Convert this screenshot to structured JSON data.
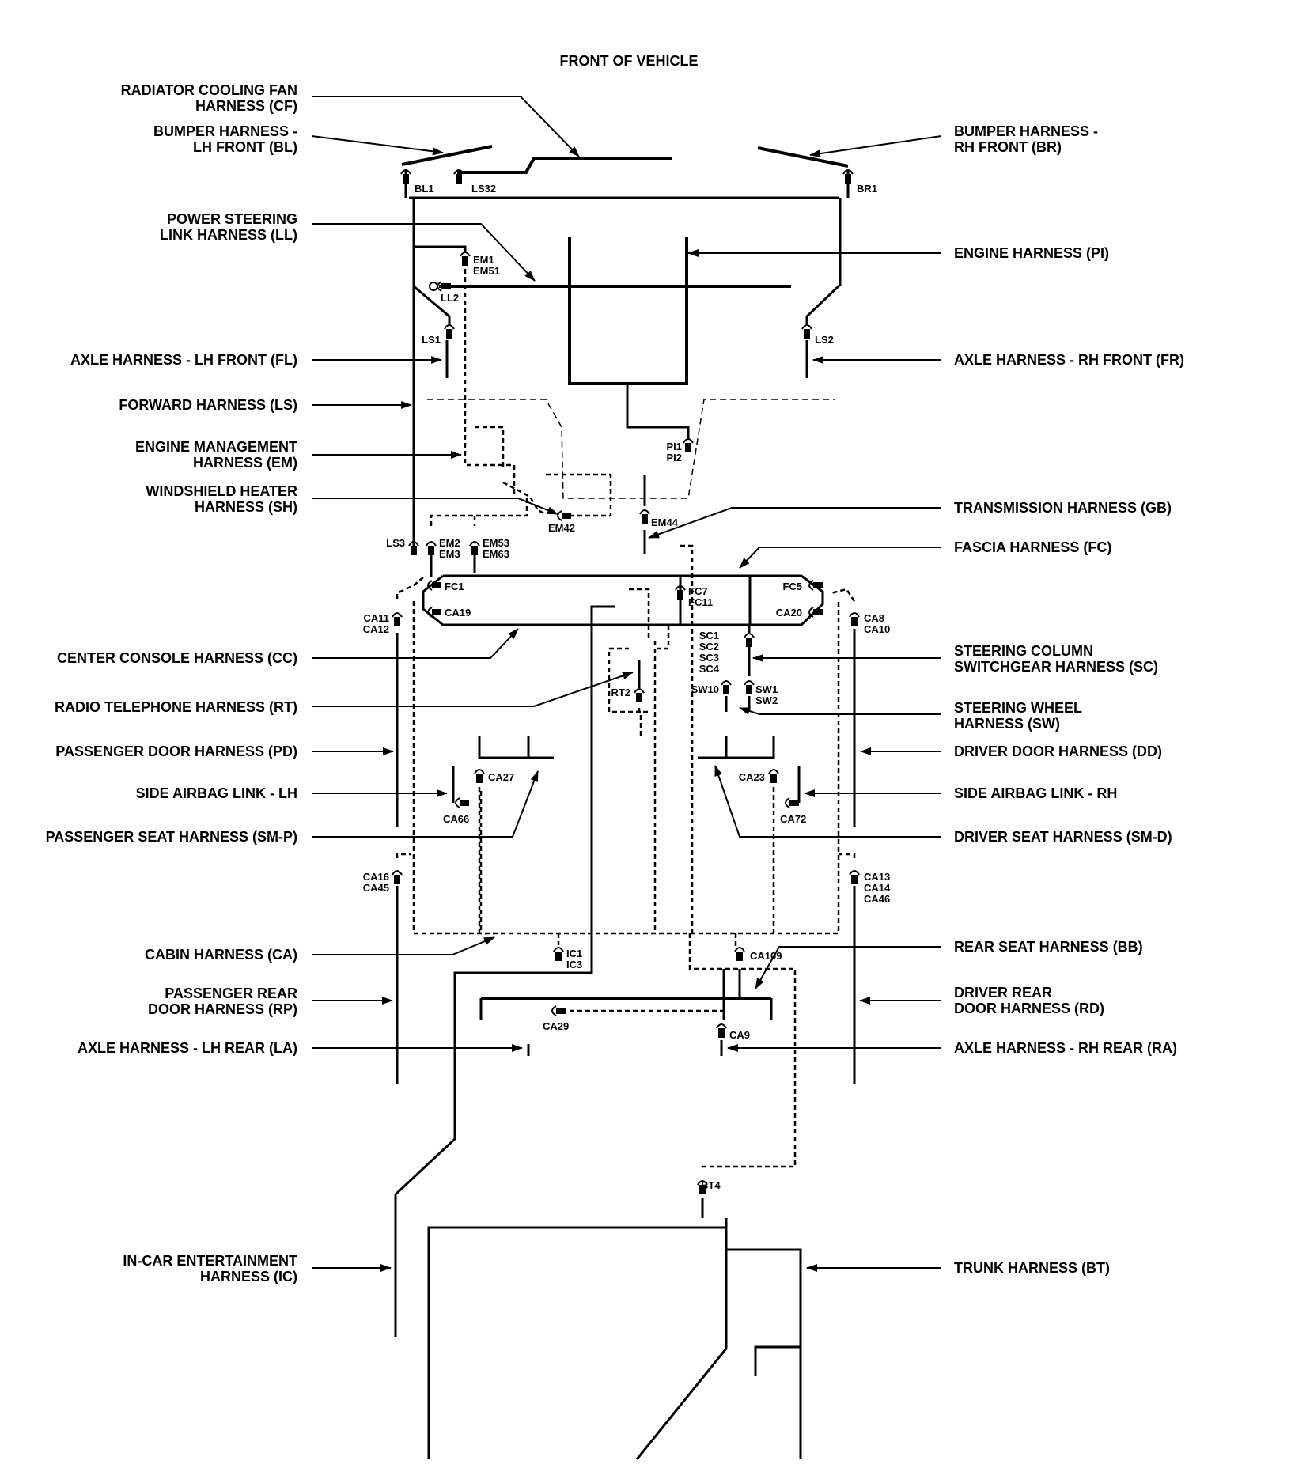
{
  "title": "FRONT OF VEHICLE",
  "labels_left": [
    {
      "id": "cf",
      "lines": [
        "RADIATOR COOLING FAN",
        "HARNESS (CF)"
      ]
    },
    {
      "id": "bl",
      "lines": [
        "BUMPER HARNESS -",
        "LH FRONT (BL)"
      ]
    },
    {
      "id": "ll",
      "lines": [
        "POWER STEERING",
        "LINK HARNESS (LL)"
      ]
    },
    {
      "id": "fl",
      "lines": [
        "AXLE HARNESS - LH FRONT (FL)"
      ]
    },
    {
      "id": "ls",
      "lines": [
        "FORWARD HARNESS (LS)"
      ]
    },
    {
      "id": "em",
      "lines": [
        "ENGINE MANAGEMENT",
        "HARNESS (EM)"
      ]
    },
    {
      "id": "sh",
      "lines": [
        "WINDSHIELD HEATER",
        "HARNESS (SH)"
      ]
    },
    {
      "id": "cc",
      "lines": [
        "CENTER CONSOLE HARNESS (CC)"
      ]
    },
    {
      "id": "rt",
      "lines": [
        "RADIO TELEPHONE HARNESS (RT)"
      ]
    },
    {
      "id": "pd",
      "lines": [
        "PASSENGER DOOR HARNESS (PD)"
      ]
    },
    {
      "id": "sal",
      "lines": [
        "SIDE AIRBAG LINK - LH"
      ]
    },
    {
      "id": "smp",
      "lines": [
        "PASSENGER SEAT HARNESS (SM-P)"
      ]
    },
    {
      "id": "ca",
      "lines": [
        "CABIN HARNESS (CA)"
      ]
    },
    {
      "id": "rp",
      "lines": [
        "PASSENGER REAR",
        "DOOR HARNESS (RP)"
      ]
    },
    {
      "id": "la",
      "lines": [
        "AXLE HARNESS - LH REAR (LA)"
      ]
    },
    {
      "id": "ic",
      "lines": [
        "IN-CAR ENTERTAINMENT",
        "HARNESS (IC)"
      ]
    }
  ],
  "labels_right": [
    {
      "id": "br",
      "lines": [
        "BUMPER HARNESS -",
        "RH FRONT (BR)"
      ]
    },
    {
      "id": "pi",
      "lines": [
        "ENGINE HARNESS (PI)"
      ]
    },
    {
      "id": "fr",
      "lines": [
        "AXLE HARNESS - RH FRONT (FR)"
      ]
    },
    {
      "id": "gb",
      "lines": [
        "TRANSMISSION HARNESS (GB)"
      ]
    },
    {
      "id": "fc",
      "lines": [
        "FASCIA HARNESS (FC)"
      ]
    },
    {
      "id": "sc",
      "lines": [
        "STEERING COLUMN",
        "SWITCHGEAR HARNESS (SC)"
      ]
    },
    {
      "id": "sw",
      "lines": [
        "STEERING WHEEL",
        "HARNESS (SW)"
      ]
    },
    {
      "id": "dd",
      "lines": [
        "DRIVER DOOR HARNESS (DD)"
      ]
    },
    {
      "id": "sar",
      "lines": [
        "SIDE AIRBAG LINK - RH"
      ]
    },
    {
      "id": "smd",
      "lines": [
        "DRIVER SEAT HARNESS (SM-D)"
      ]
    },
    {
      "id": "bb",
      "lines": [
        "REAR SEAT HARNESS (BB)"
      ]
    },
    {
      "id": "rd",
      "lines": [
        "DRIVER REAR",
        "DOOR HARNESS (RD)"
      ]
    },
    {
      "id": "ra",
      "lines": [
        "AXLE HARNESS - RH REAR (RA)"
      ]
    },
    {
      "id": "bt",
      "lines": [
        "TRUNK HARNESS (BT)"
      ]
    }
  ],
  "connectors": [
    {
      "id": "bl1",
      "lines": [
        "BL1"
      ]
    },
    {
      "id": "ls32",
      "lines": [
        "LS32"
      ]
    },
    {
      "id": "br1",
      "lines": [
        "BR1"
      ]
    },
    {
      "id": "em1",
      "lines": [
        "EM1",
        "EM51"
      ]
    },
    {
      "id": "ll2",
      "lines": [
        "LL2"
      ]
    },
    {
      "id": "ls1",
      "lines": [
        "LS1"
      ]
    },
    {
      "id": "ls2",
      "lines": [
        "LS2"
      ]
    },
    {
      "id": "pi1",
      "lines": [
        "PI1",
        "PI2"
      ]
    },
    {
      "id": "em42",
      "lines": [
        "EM42"
      ]
    },
    {
      "id": "em44",
      "lines": [
        "EM44"
      ]
    },
    {
      "id": "ls3",
      "lines": [
        "LS3"
      ]
    },
    {
      "id": "em2",
      "lines": [
        "EM2",
        "EM3"
      ]
    },
    {
      "id": "em53",
      "lines": [
        "EM53",
        "EM63"
      ]
    },
    {
      "id": "fc1",
      "lines": [
        "FC1"
      ]
    },
    {
      "id": "fc7",
      "lines": [
        "FC7",
        "FC11"
      ]
    },
    {
      "id": "fc5",
      "lines": [
        "FC5"
      ]
    },
    {
      "id": "ca19",
      "lines": [
        "CA19"
      ]
    },
    {
      "id": "ca20",
      "lines": [
        "CA20"
      ]
    },
    {
      "id": "ca11",
      "lines": [
        "CA11",
        "CA12"
      ]
    },
    {
      "id": "ca8",
      "lines": [
        "CA8",
        "CA10"
      ]
    },
    {
      "id": "sc1",
      "lines": [
        "SC1",
        "SC2",
        "SC3",
        "SC4"
      ]
    },
    {
      "id": "rt2",
      "lines": [
        "RT2"
      ]
    },
    {
      "id": "sw10",
      "lines": [
        "SW10"
      ]
    },
    {
      "id": "sw1",
      "lines": [
        "SW1",
        "SW2"
      ]
    },
    {
      "id": "ca27",
      "lines": [
        "CA27"
      ]
    },
    {
      "id": "ca23",
      "lines": [
        "CA23"
      ]
    },
    {
      "id": "ca66",
      "lines": [
        "CA66"
      ]
    },
    {
      "id": "ca72",
      "lines": [
        "CA72"
      ]
    },
    {
      "id": "ca16",
      "lines": [
        "CA16",
        "CA45"
      ]
    },
    {
      "id": "ca13",
      "lines": [
        "CA13",
        "CA14",
        "CA46"
      ]
    },
    {
      "id": "ic1",
      "lines": [
        "IC1",
        "IC3"
      ]
    },
    {
      "id": "ca109",
      "lines": [
        "CA109"
      ]
    },
    {
      "id": "ca29",
      "lines": [
        "CA29"
      ]
    },
    {
      "id": "ca9",
      "lines": [
        "CA9"
      ]
    },
    {
      "id": "bt4",
      "lines": [
        "BT4"
      ]
    }
  ]
}
